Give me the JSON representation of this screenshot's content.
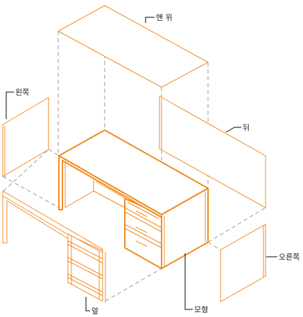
{
  "labels": {
    "top": "맨 위",
    "left": "왼쪽",
    "back": "뒤",
    "right": "오른쪽",
    "front": "앞",
    "model": "모형"
  }
}
